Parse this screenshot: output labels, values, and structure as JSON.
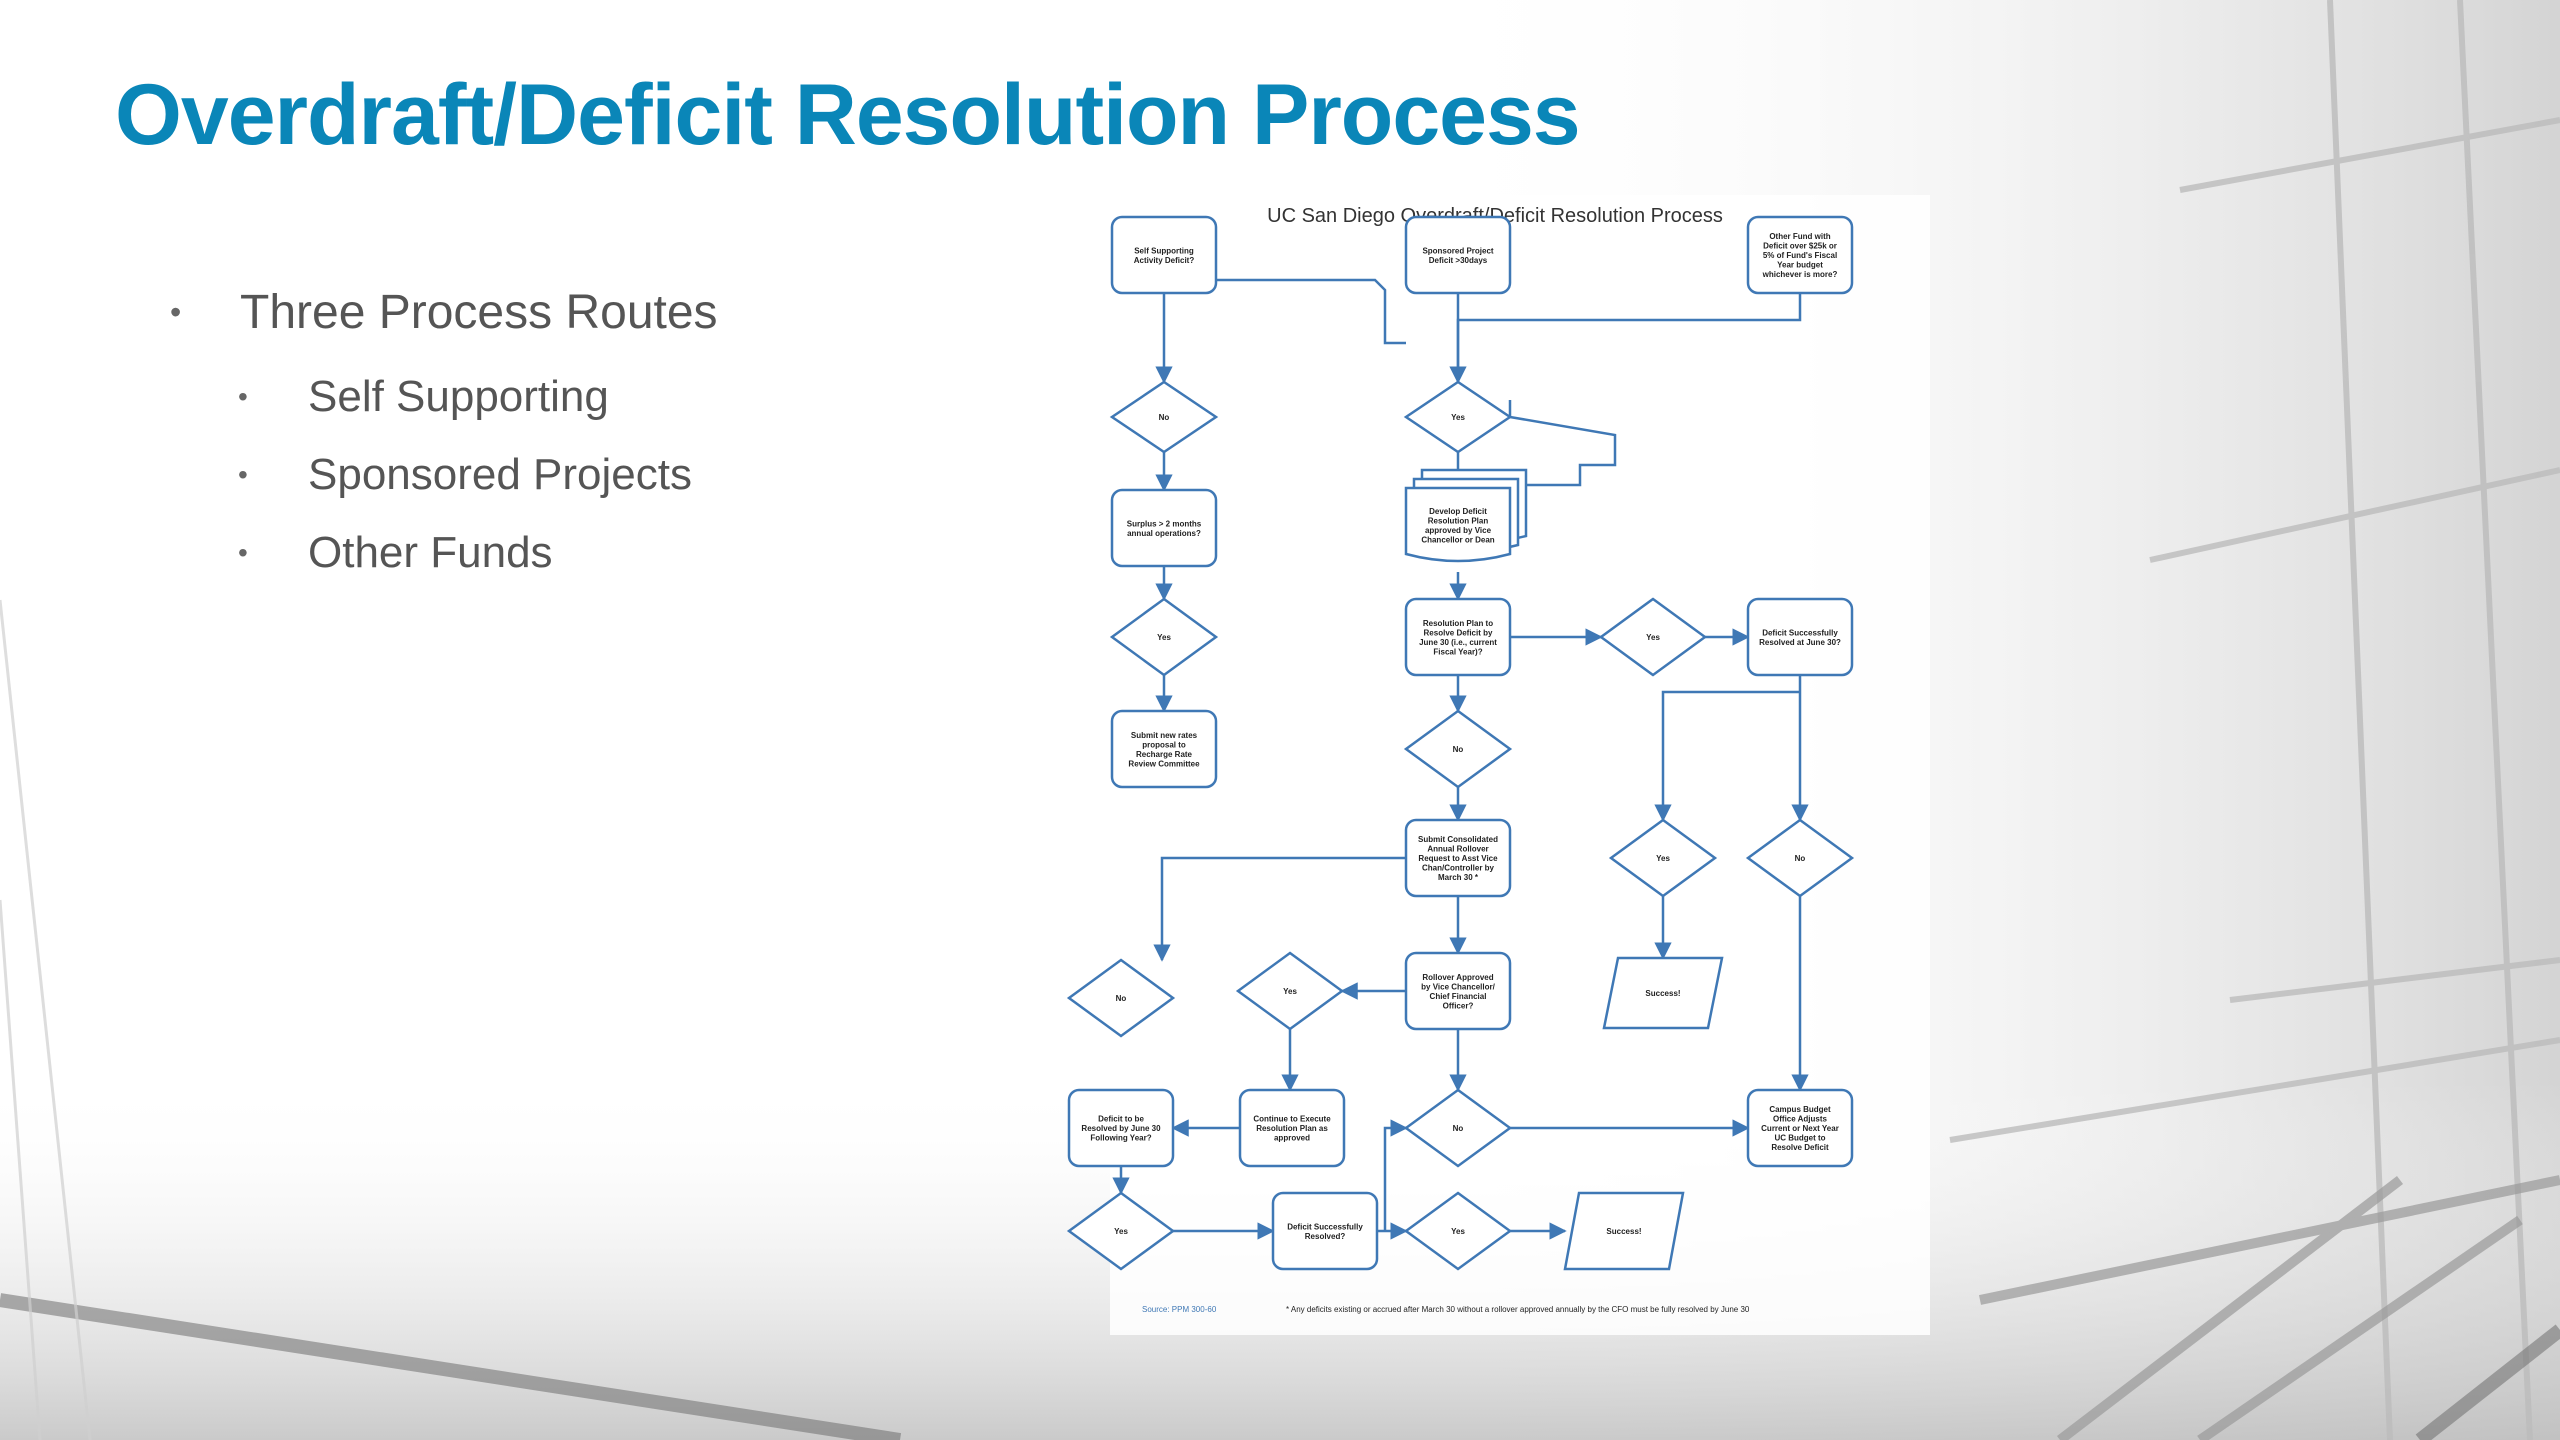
{
  "slide": {
    "title": "Overdraft/Deficit Resolution Process",
    "bullets": [
      {
        "label": "Three Process Routes",
        "sub": [
          "Self Supporting",
          "Sponsored Projects",
          "Other Funds"
        ]
      }
    ]
  },
  "flowchart": {
    "heading": "UC San Diego Overdraft/Deficit Resolution Process",
    "source": "Source: PPM 300-60",
    "footnote": "* Any deficits existing or accrued after March 30 without a rollover approved annually by the CFO must be fully resolved by June 30",
    "nodes": {
      "self_supporting": [
        "Self Supporting",
        "Activity Deficit?"
      ],
      "sponsored": [
        "Sponsored Project",
        "Deficit >30days"
      ],
      "other_fund": [
        "Other Fund with",
        "Deficit over $25k or",
        "5% of Fund's Fiscal",
        "Year budget",
        "whichever is more?"
      ],
      "no_1": [
        "No"
      ],
      "yes_1": [
        "Yes"
      ],
      "develop_plan": [
        "Develop Deficit",
        "Resolution Plan",
        "approved by Vice",
        "Chancellor or Dean"
      ],
      "surplus": [
        "Surplus > 2 months",
        "annual operations?"
      ],
      "yes_2": [
        "Yes"
      ],
      "submit_rates": [
        "Submit new rates",
        "proposal to",
        "Recharge Rate",
        "Review Committee"
      ],
      "resolve_june": [
        "Resolution Plan to",
        "Resolve Deficit by",
        "June 30 (i.e., current",
        "Fiscal Year)?"
      ],
      "yes_3": [
        "Yes"
      ],
      "resolved_june": [
        "Deficit Successfully",
        "Resolved at June 30?"
      ],
      "no_2": [
        "No"
      ],
      "submit_rollover": [
        "Submit Consolidated",
        "Annual Rollover",
        "Request to Asst Vice",
        "Chan/Controller by",
        "March 30 *"
      ],
      "yes_4": [
        "Yes"
      ],
      "no_3": [
        "No"
      ],
      "success_1": [
        "Success!"
      ],
      "no_4": [
        "No"
      ],
      "yes_5": [
        "Yes"
      ],
      "rollover_approved": [
        "Rollover Approved",
        "by Vice Chancellor/",
        "Chief Financial",
        "Officer?"
      ],
      "deficit_following": [
        "Deficit to be",
        "Resolved by June 30",
        "Following Year?"
      ],
      "continue_plan": [
        "Continue to Execute",
        "Resolution Plan as",
        "approved"
      ],
      "no_5": [
        "No"
      ],
      "campus_budget": [
        "Campus Budget",
        "Office Adjusts",
        "Current or Next Year",
        "UC Budget to",
        "Resolve Deficit"
      ],
      "yes_6": [
        "Yes"
      ],
      "deficit_resolved": [
        "Deficit Successfully",
        "Resolved?"
      ],
      "yes_7": [
        "Yes"
      ],
      "success_2": [
        "Success!"
      ]
    }
  },
  "colors": {
    "title": "#0a86b8",
    "flow_stroke": "#3f78b5",
    "bullet_text": "#555555"
  }
}
